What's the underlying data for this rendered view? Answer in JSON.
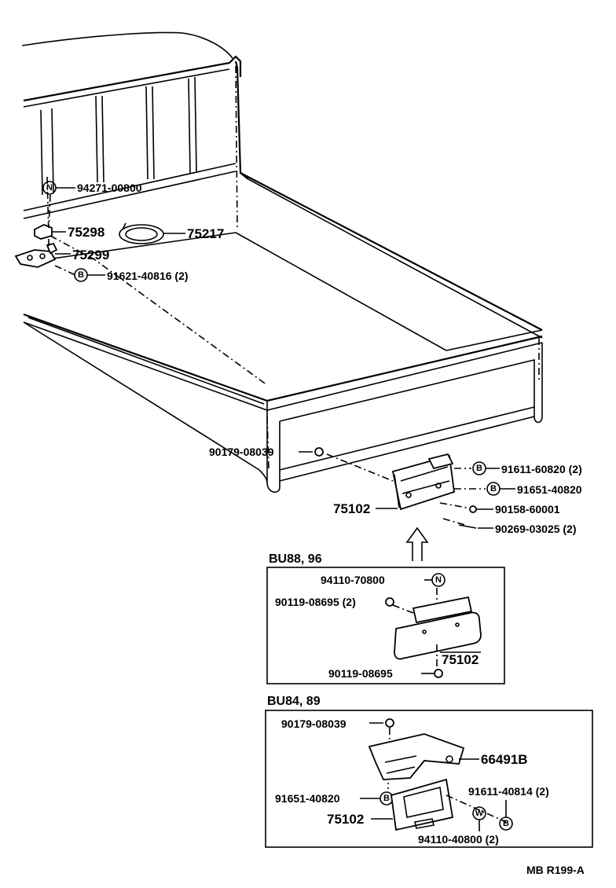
{
  "callouts": {
    "c94271": "94271-00800",
    "c75298": "75298",
    "c75217": "75217",
    "c75299": "75299",
    "c91621": "91621-40816 (2)",
    "c90179a": "90179-08039",
    "c91611a": "91611-60820 (2)",
    "c91651a": "91651-40820",
    "c75102a": "75102",
    "c90158": "90158-60001",
    "c90269": "90269-03025 (2)"
  },
  "box1": {
    "title": "BU88, 96",
    "c94110a": "94110-70800",
    "c90119a": "90119-08695 (2)",
    "c75102b": "75102",
    "c90119b": "90119-08695"
  },
  "box2": {
    "title": "BU84, 89",
    "c90179b": "90179-08039",
    "c66491": "66491B",
    "c91651b": "91651-40820",
    "c91611b": "91611-40814 (2)",
    "c75102c": "75102",
    "c94110b": "94110-40800 (2)"
  },
  "symbols": {
    "n": "N",
    "b": "B",
    "w": "W"
  },
  "footer": {
    "code": "MB R199-A"
  }
}
